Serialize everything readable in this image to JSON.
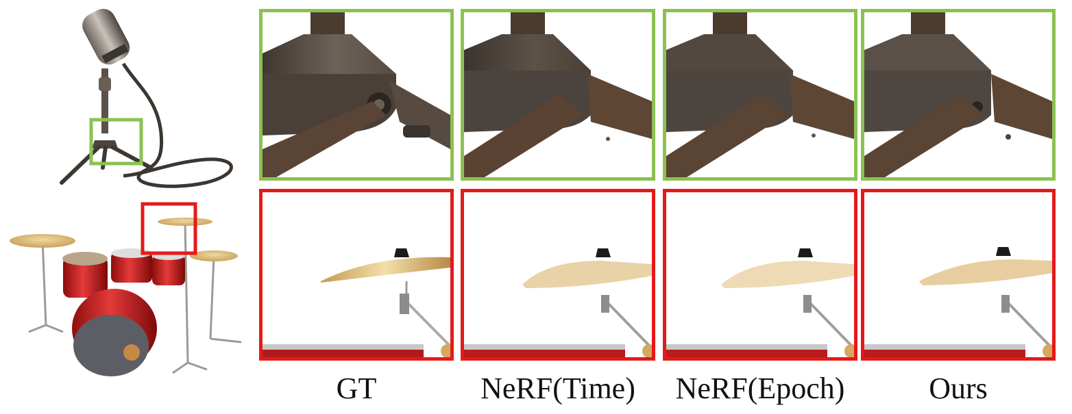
{
  "columns": [
    {
      "id": "gt",
      "label": "GT"
    },
    {
      "id": "nerf-time",
      "label": "NeRF(Time)"
    },
    {
      "id": "nerf-epoch",
      "label": "NeRF(Epoch)"
    },
    {
      "id": "ours",
      "label": "Ours"
    }
  ],
  "colors": {
    "top_row_border": "#8cc152",
    "bottom_row_border": "#e41a1a",
    "background": "#ffffff"
  },
  "scenes": [
    "microphone",
    "drum-kit"
  ]
}
